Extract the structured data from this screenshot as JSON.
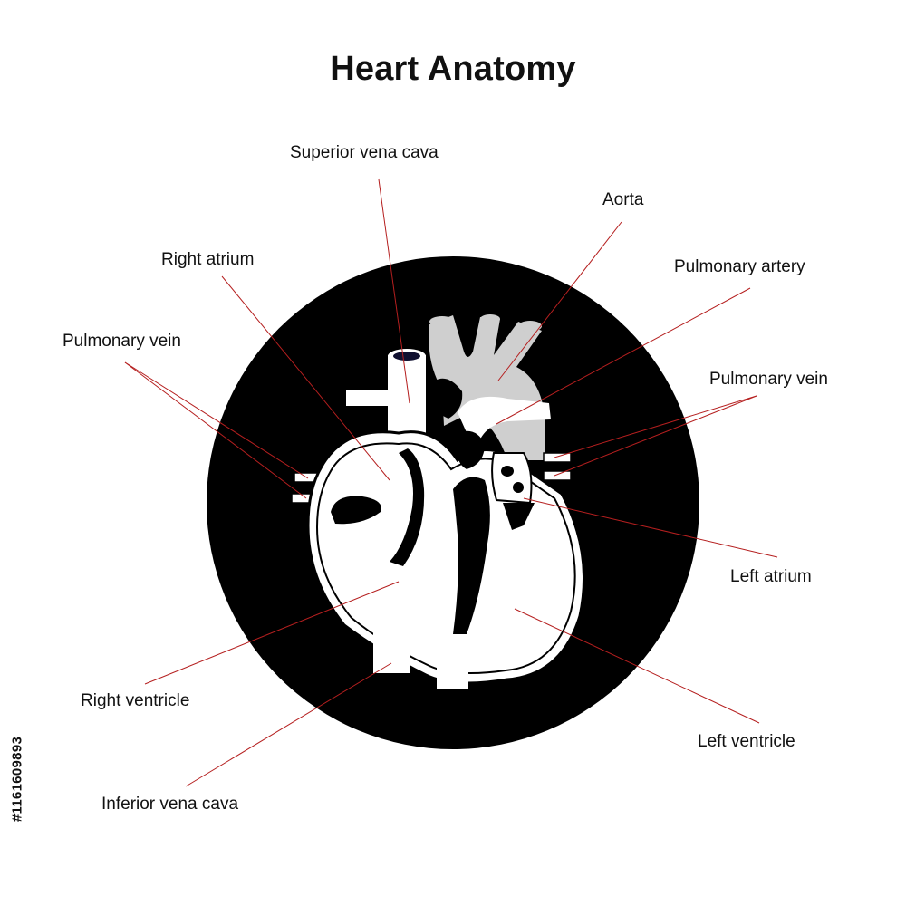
{
  "title": "Heart Anatomy",
  "labels": {
    "superior_vena_cava": "Superior vena cava",
    "aorta": "Aorta",
    "right_atrium": "Right atrium",
    "pulmonary_artery": "Pulmonary artery",
    "pulmonary_vein_left": "Pulmonary vein",
    "pulmonary_vein_right": "Pulmonary vein",
    "left_atrium": "Left atrium",
    "right_ventricle": "Right ventricle",
    "left_ventricle": "Left ventricle",
    "inferior_vena_cava": "Inferior vena cava"
  },
  "stock_id": "#1161609893",
  "colors": {
    "leader_line": "#b51f1f",
    "circle": "#000000",
    "heart": "#ffffff",
    "great_vessels": "#cfcfcf"
  }
}
